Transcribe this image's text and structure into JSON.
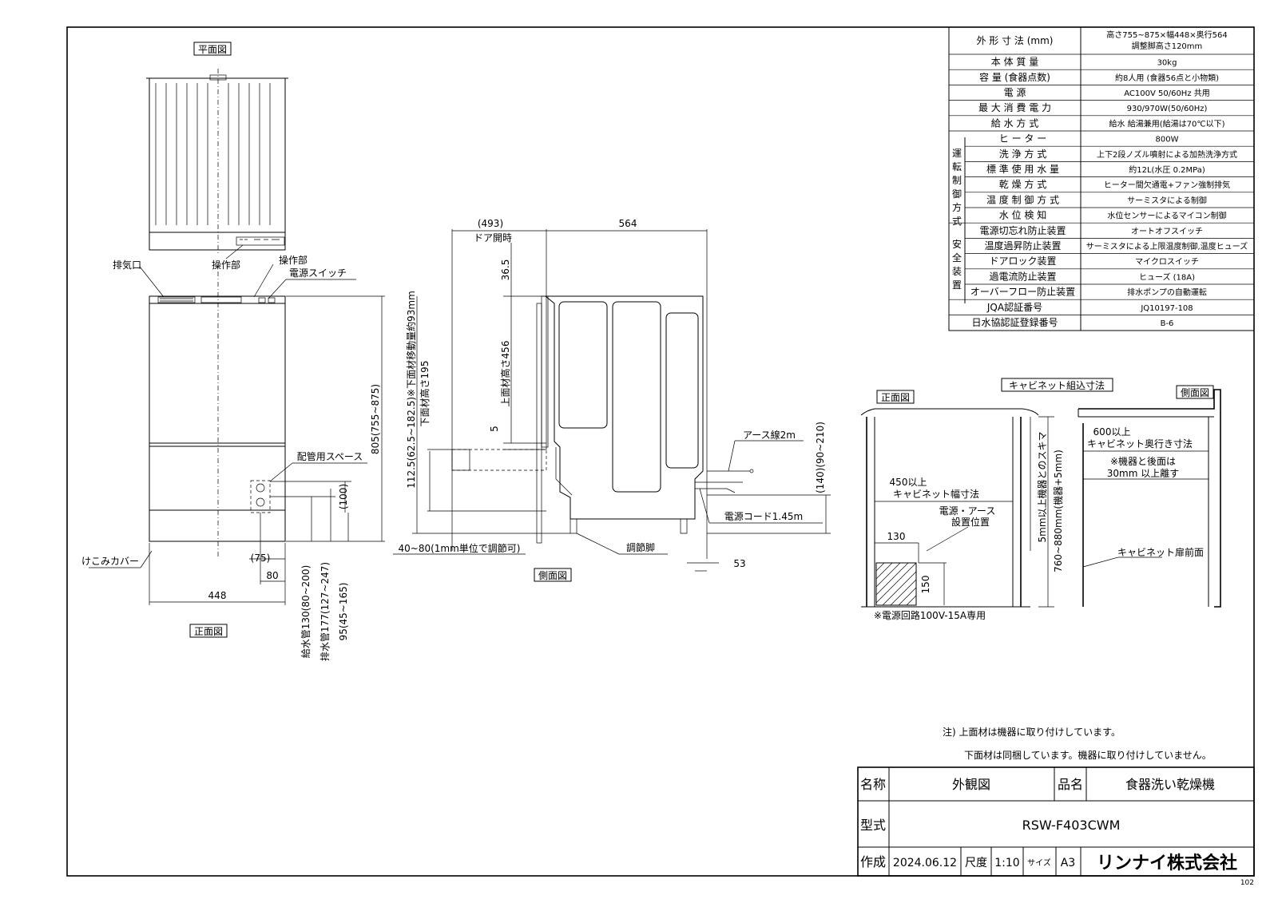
{
  "views": {
    "plan": "平面図",
    "front": "正面図",
    "side": "側面図",
    "cabinet": "キャビネット組込寸法",
    "cab_front": "正面図",
    "cab_side": "側面図"
  },
  "labels": {
    "exhaust": "排気口",
    "op_top": "操作部",
    "op_front": "操作部",
    "power_switch": "電源スイッチ",
    "pipe_space": "配管用スペース",
    "kick_cover": "けこみカバー",
    "door_open": "ドア開時",
    "earth": "アース線2m",
    "cord": "電源コード1.45m",
    "adj_leg": "調節脚",
    "adj_range": "40~80(1mm単位で調節可)",
    "power_pos_1": "電源・アース",
    "power_pos_2": "設置位置",
    "circuit_note": "※電源回路100V-15A専用",
    "cab_width_1": "450以上",
    "cab_width_2": "キャビネット幅寸法",
    "cab_depth_1": "600以上",
    "cab_depth_2": "キャビネット奥行き寸法",
    "rear_note_1": "※機器と後面は",
    "rear_note_2": "30mm 以上離す",
    "cab_door_front": "キャビネット扉前面",
    "gap": "5mm以上機器とのスキマ",
    "cab_height": "760~880mm(機器+5mm)"
  },
  "dims": {
    "w448": "448",
    "d80": "80",
    "d75": "(75)",
    "d100": "(100)",
    "water_in": "給水管130(80~200)",
    "drain": "排水管177(127~247)",
    "d95": "95(45~165)",
    "h805": "805(755~875)",
    "h112": "112.5(62.5~182.5)※下面材移動量約93mm",
    "d493": "(493)",
    "d564": "564",
    "d36": "36.5",
    "top_panel": "上面材高さ456",
    "bottom_panel": "下面材高さ195",
    "d5": "5",
    "d140": "(140)(90~210)",
    "d53": "53",
    "d130": "130",
    "d150": "150"
  },
  "spec_table": [
    {
      "label": "外 形 寸 法 (mm)",
      "value": "高さ755~875×幅448×奥行564",
      "value2": "調整脚高さ120mm"
    },
    {
      "label": "本 体 質 量",
      "value": "30kg"
    },
    {
      "label": "容 量 (食器点数)",
      "value": "約8人用 (食器56点と小物類)"
    },
    {
      "label": "電 源",
      "value": "AC100V 50/60Hz 共用"
    },
    {
      "label": "最 大 消 費 電 力",
      "value": "930/970W(50/60Hz)"
    },
    {
      "label": "給 水 方 式",
      "value": "給水 給湯兼用(給湯は70℃以下)"
    },
    {
      "label": "ヒ ー タ ー",
      "value": "800W"
    },
    {
      "label": "洗 浄 方 式",
      "value": "上下2段ノズル噴射による加熱洗浄方式"
    },
    {
      "label": "標 準 使 用 水 量",
      "value": "約12L(水圧 0.2MPa)"
    },
    {
      "label": "乾 燥 方 式",
      "value": "ヒーター間欠通電+ファン強制排気"
    },
    {
      "label": "温 度 制 御 方 式",
      "value": "サーミスタによる制御"
    },
    {
      "label": "水 位 検 知",
      "value": "水位センサーによるマイコン制御"
    },
    {
      "label": "電源切忘れ防止装置",
      "value": "オートオフスイッチ"
    },
    {
      "label": "温度過昇防止装置",
      "value": "サーミスタによる上限温度制御,温度ヒューズ"
    },
    {
      "label": "ドアロック装置",
      "value": "マイクロスイッチ"
    },
    {
      "label": "過電流防止装置",
      "value": "ヒューズ (18A)"
    },
    {
      "label": "オーバーフロー防止装置",
      "value": "排水ポンプの自動運転"
    },
    {
      "label": "JQA認証番号",
      "value": "JQ10197-108"
    },
    {
      "label": "日水協認証登録番号",
      "value": "B-6"
    }
  ],
  "spec_groups": {
    "operation": [
      "運",
      "転",
      "制",
      "御",
      "方",
      "式"
    ],
    "safety": [
      "安",
      "全",
      "装",
      "置"
    ]
  },
  "notes": {
    "n1": "注) 上面材は機器に取り付けしています。",
    "n2": "下面材は同梱しています。機器に取り付けしていません。"
  },
  "title_block": {
    "name_label": "名称",
    "name_value": "外観図",
    "product_label": "品名",
    "product_value": "食器洗い乾燥機",
    "model_label": "型式",
    "model_value": "RSW-F403CWM",
    "made_label": "作成",
    "date": "2024.06.12",
    "scale_label": "尺度",
    "scale": "1:10",
    "size_label": "サイズ",
    "size": "A3",
    "company": "リンナイ株式会社"
  },
  "page_no": "102"
}
